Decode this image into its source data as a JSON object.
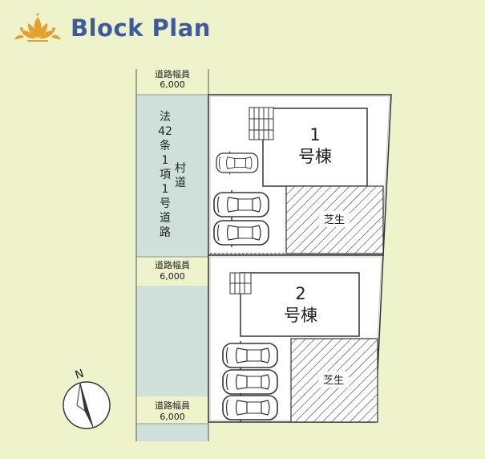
{
  "header": {
    "title": "Block Plan",
    "logo": "lotus-flower-logo"
  },
  "road": {
    "label_top": {
      "line1": "道路幅員",
      "line2": "6,000"
    },
    "label_middle": {
      "line1": "道路幅員",
      "line2": "6,000"
    },
    "label_bottom": {
      "line1": "道路幅員",
      "line2": "6,000"
    },
    "vertical_label_main": [
      "法",
      "42",
      "条",
      "1",
      "項",
      "1",
      "号",
      "道",
      "路"
    ],
    "vertical_label_side": [
      "村",
      "道"
    ]
  },
  "lots": [
    {
      "number": "1",
      "name": "号棟",
      "lawn_label": "芝生"
    },
    {
      "number": "2",
      "name": "号棟",
      "lawn_label": "芝生"
    }
  ],
  "compass": {
    "north_label": "N",
    "icon": "north-arrow-icon"
  },
  "colors": {
    "background": "#eef3cc",
    "road": "#cfe0da",
    "title": "#3f5a9a",
    "logo": "#e5a12e"
  }
}
